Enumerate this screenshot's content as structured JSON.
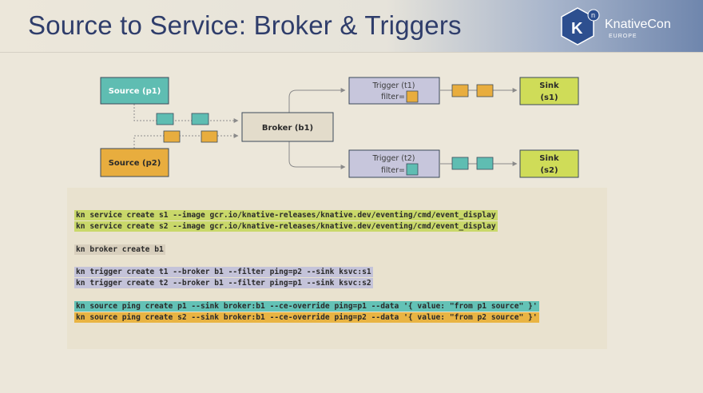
{
  "slide": {
    "title": "Source to Service: Broker & Triggers",
    "logo_text": "KnativeCon",
    "logo_sub": "EUROPE",
    "logo_letter": "K",
    "logo_superscript": "n"
  },
  "colors": {
    "teal": "#5fbdb2",
    "orange": "#e8ad3e",
    "broker": "#e3dccb",
    "trigger": "#c7c6dc",
    "sink": "#cfdc58"
  },
  "diagram": {
    "source_p1": "Source (p1)",
    "source_p2": "Source (p2)",
    "broker": "Broker (b1)",
    "trigger_t1_name": "Trigger (t1)",
    "trigger_t1_filter": "filter=",
    "trigger_t2_name": "Trigger (t2)",
    "trigger_t2_filter": "filter=",
    "sink_s1_name": "Sink",
    "sink_s1_id": "(s1)",
    "sink_s2_name": "Sink",
    "sink_s2_id": "(s2)"
  },
  "code": {
    "service_s1": "kn service create s1 --image gcr.io/knative-releases/knative.dev/eventing/cmd/event_display",
    "service_s2": "kn service create s2 --image gcr.io/knative-releases/knative.dev/eventing/cmd/event_display",
    "broker": "kn broker create b1",
    "trigger_t1": "kn trigger create t1 --broker b1 --filter ping=p2 --sink ksvc:s1",
    "trigger_t2": "kn trigger create t2 --broker b1 --filter ping=p1 --sink ksvc:s2",
    "source_p1": "kn source ping create p1 --sink broker:b1 --ce-override ping=p1 --data '{ value: \"from p1 source\" }'",
    "source_p2": "kn source ping create s2 --sink broker:b1 --ce-override ping=p2 --data '{ value: \"from p2 source\" }'"
  }
}
